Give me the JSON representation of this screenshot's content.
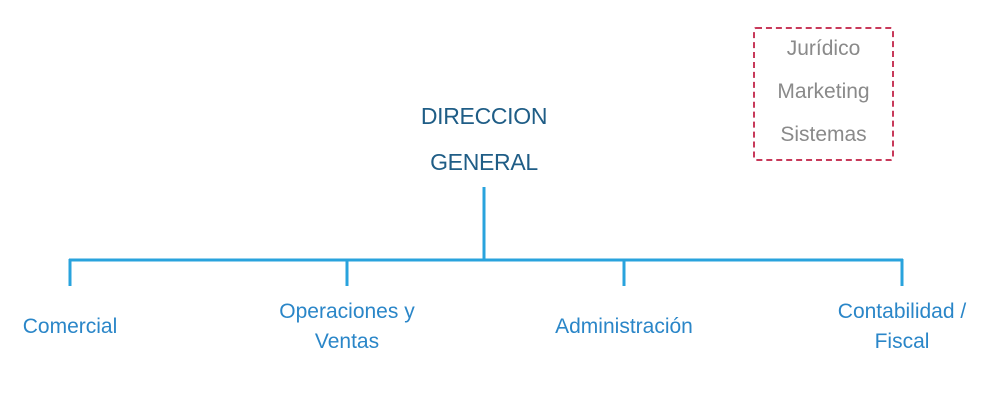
{
  "diagram": {
    "root": {
      "lines": [
        "DIRECCION",
        "GENERAL"
      ],
      "color": "#1f5d86"
    },
    "staff": {
      "items": [
        "Jurídico",
        "Marketing",
        "Sistemas"
      ],
      "border_color": "#c8395a",
      "text_color": "#8a8a8a"
    },
    "children": [
      {
        "lines": [
          "Comercial"
        ]
      },
      {
        "lines": [
          "Operaciones y",
          "Ventas"
        ]
      },
      {
        "lines": [
          "Administración"
        ]
      },
      {
        "lines": [
          "Contabilidad /",
          "Fiscal"
        ]
      }
    ],
    "connector_color": "#29a3dd",
    "child_text_color": "#2a86c8"
  }
}
